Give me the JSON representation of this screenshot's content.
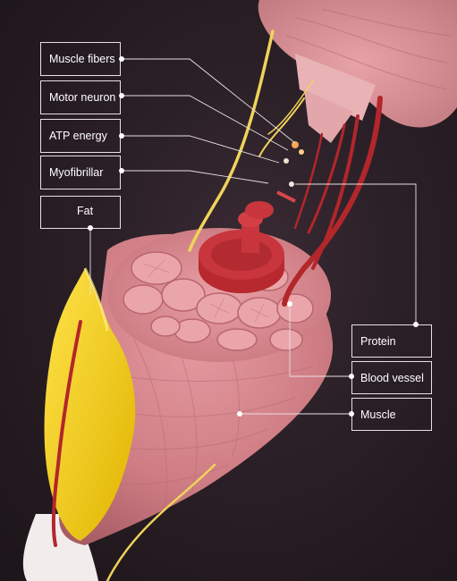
{
  "labels": {
    "muscle_fibers": "Muscle fibers",
    "motor_neuron": "Motor neuron",
    "atp_energy": "ATP energy",
    "myofibrillar": "Myofibrillar",
    "fat": "Fat",
    "protein": "Protein",
    "blood_vessel": "Blood vessel",
    "muscle": "Muscle"
  },
  "colors": {
    "background": "#221a20",
    "muscle": "#d98a8f",
    "fiber": "#e79a9f",
    "fat": "#f2c800",
    "nerve": "#f0d35a",
    "vessel": "#b3262b",
    "tendon": "#f2ecec",
    "label_border": "#e8e0e4"
  }
}
